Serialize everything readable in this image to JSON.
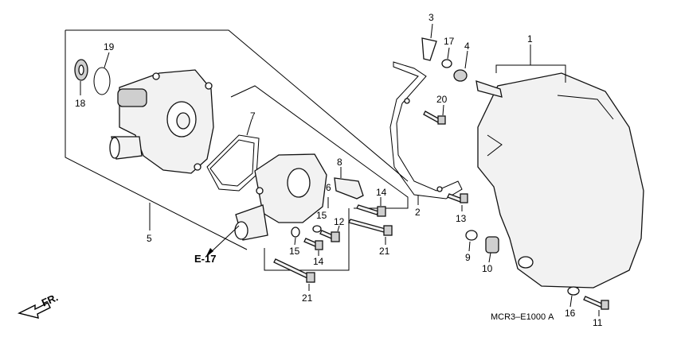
{
  "callouts": [
    "1",
    "2",
    "3",
    "4",
    "5",
    "6",
    "7",
    "8",
    "9",
    "10",
    "11",
    "12",
    "13",
    "14",
    "14",
    "15",
    "15",
    "16",
    "17",
    "18",
    "19",
    "20",
    "21",
    "21"
  ],
  "reference": "E-17",
  "front_marker": "FR.",
  "diagram_code": "MCR3–E1000 A",
  "icons": [
    "front-direction-arrow-icon"
  ]
}
